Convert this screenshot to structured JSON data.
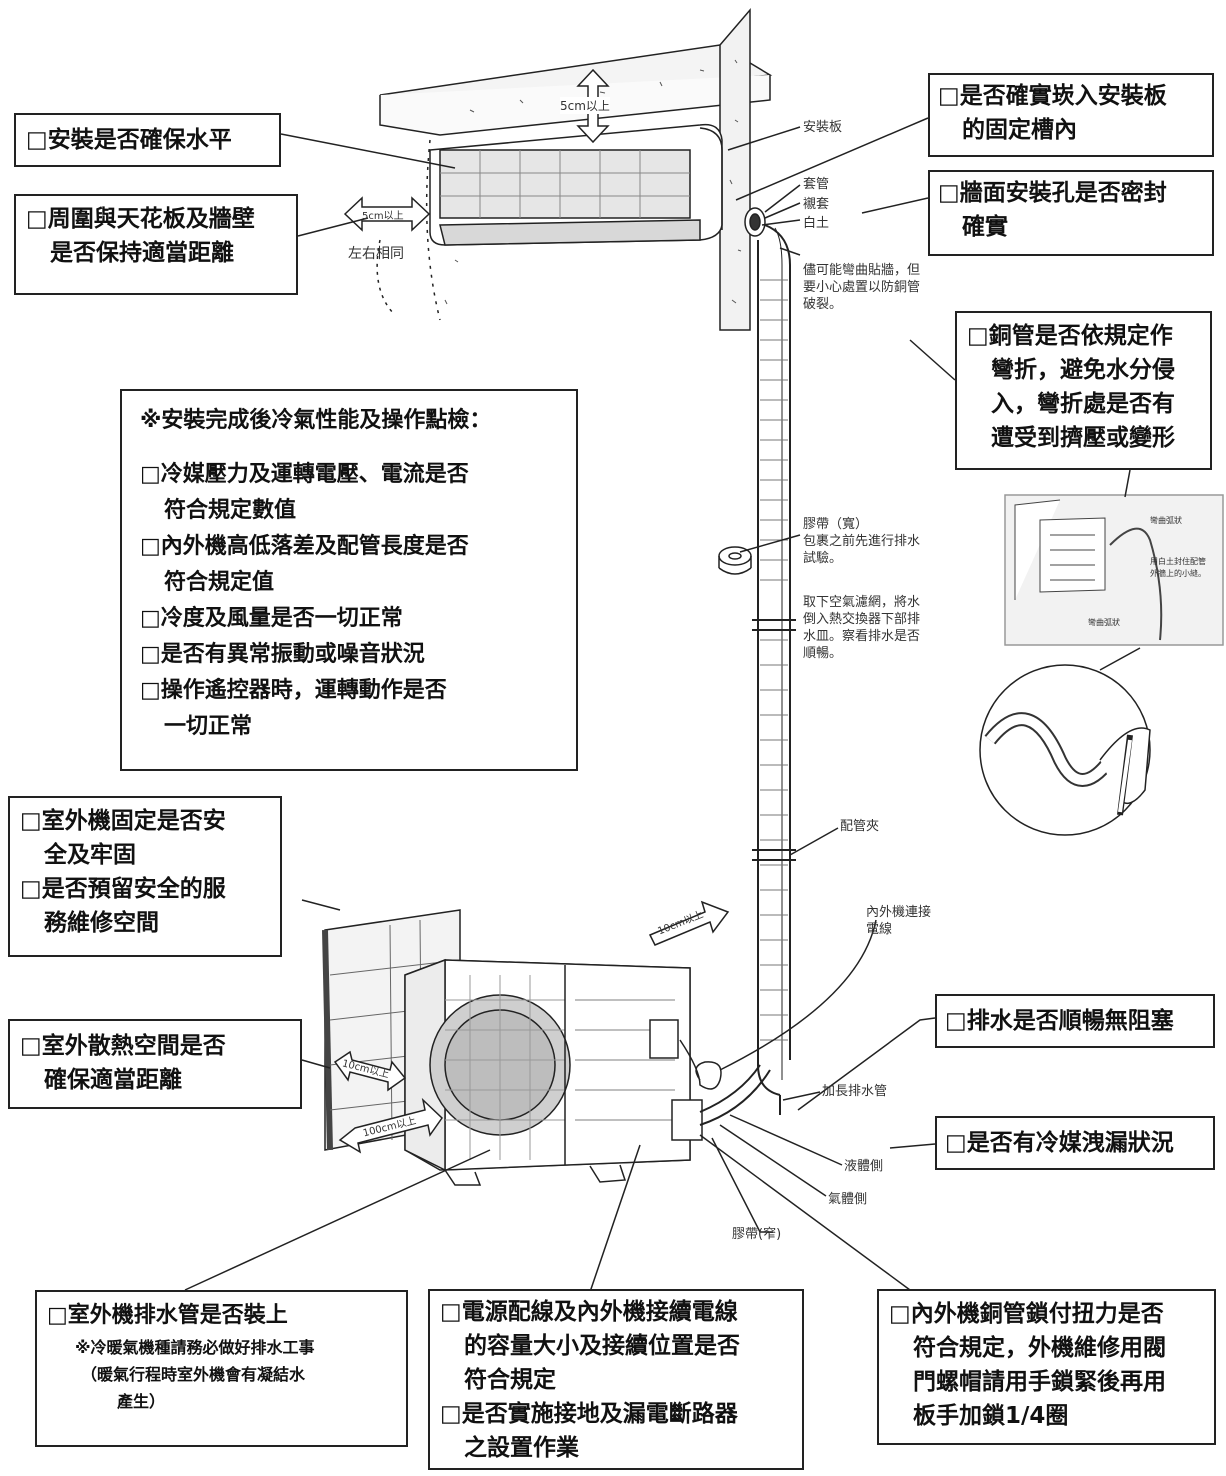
{
  "checklist": {
    "level": "□安裝是否確保水平",
    "clearance": [
      "□周圍與天花板及牆壁",
      "是否保持適當距離"
    ],
    "mount_slot": [
      "□是否確實崁入安裝板",
      "的固定槽內"
    ],
    "wall_seal": [
      "□牆面安裝孔是否密封",
      "確實"
    ],
    "pipe_bend": [
      "□銅管是否依規定作",
      "彎折，避免水分侵",
      "入，彎折處是否有",
      "遭受到擠壓或變形"
    ],
    "outdoor_fix": [
      "□室外機固定是否安",
      "全及牢固",
      "□是否預留安全的服",
      "務維修空間"
    ],
    "outdoor_space": [
      "□室外散熱空間是否",
      "確保適當距離"
    ],
    "drain_flow": "□排水是否順暢無阻塞",
    "refrigerant_leak": "□是否有冷媒洩漏狀況",
    "outdoor_drain": {
      "title": "□室外機排水管是否裝上",
      "note": [
        "※冷暖氣機種請務必做好排水工事",
        "（暖氣行程時室外機會有凝結水",
        "產生）"
      ]
    },
    "wiring": [
      "□電源配線及內外機接續電線",
      "的容量大小及接續位置是否",
      "符合規定",
      "□是否實施接地及漏電斷路器",
      "之設置作業"
    ],
    "torque": [
      "□內外機銅管鎖付扭力是否",
      "符合規定，外機維修用閥",
      "門螺帽請用手鎖緊後再用",
      "板手加鎖1/4圈"
    ]
  },
  "performance": {
    "title": "※安裝完成後冷氣性能及操作點檢：",
    "items": [
      "□冷媒壓力及運轉電壓、電流是否",
      "符合規定數值",
      "□內外機高低落差及配管長度是否",
      "符合規定值",
      "□冷度及風量是否一切正常",
      "□是否有異常振動或噪音狀況",
      "□操作遙控器時，運轉動作是否",
      "一切正常"
    ]
  },
  "labels": {
    "mount_plate": "安裝板",
    "sleeve": "套管",
    "liner": "襯套",
    "putty": "白土",
    "bend_note": [
      "儘可能彎曲貼牆，但",
      "要小心處置以防銅管",
      "破裂。"
    ],
    "tape_wide": [
      "膠帶（寬）",
      "包裹之前先進行排水",
      "試驗。"
    ],
    "drain_test": [
      "取下空氣濾網，將水",
      "倒入熱交換器下部排",
      "水皿。察看排水是否",
      "順暢。"
    ],
    "pipe_clamp": "配管夾",
    "conn_wire": [
      "內外機連接",
      "電線"
    ],
    "ext_drain": "加長排水管",
    "liquid_side": "液體側",
    "gas_side": "氣體側",
    "tape_narrow": "膠帶(窄)",
    "lr_same": "左右相同",
    "top_gap": "5cm以上",
    "side_gap": "5cm以上",
    "back_gap1": "10cm以上",
    "back_gap2": "10cm以上",
    "front_gap": "100cm以上",
    "inset_a": "彎曲弧狀",
    "inset_b": "用白土封住配管",
    "inset_c": "外牆上的小縫。",
    "inset_d": "彎曲弧狀"
  }
}
